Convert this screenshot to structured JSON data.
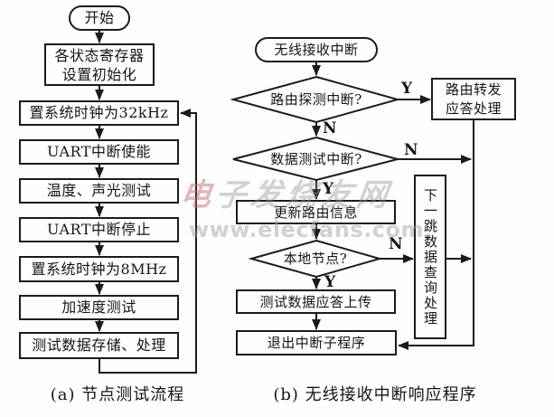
{
  "watermark": {
    "brand_first": "电",
    "brand_rest": "子发烧友网",
    "url": "www.elecfans.com"
  },
  "flow_a": {
    "caption": "(a) 节点测试流程",
    "start": "开始",
    "init": "各状态寄存器\n设置初始化",
    "set_clock_32k": "置系统时钟为32kHz",
    "uart_enable": "UART中断使能",
    "temp_light_test": "温度、声光测试",
    "uart_stop": "UART中断停止",
    "set_clock_8m": "置系统时钟为8MHz",
    "accel_test": "加速度测试",
    "data_store": "测试数据存储、处理"
  },
  "flow_b": {
    "caption": "(b) 无线接收中断响应程序",
    "start": "无线接收中断",
    "route_probe": "路由探测中断?",
    "route_forward": "路由转发\n应答处理",
    "data_test": "数据测试中断?",
    "update_route": "更新路由信息",
    "local_node": "本地节点?",
    "next_hop": "下一跳数据查询处理",
    "upload": "测试数据应答上传",
    "exit_isr": "退出中断子程序",
    "yes": "Y",
    "no": "N"
  }
}
